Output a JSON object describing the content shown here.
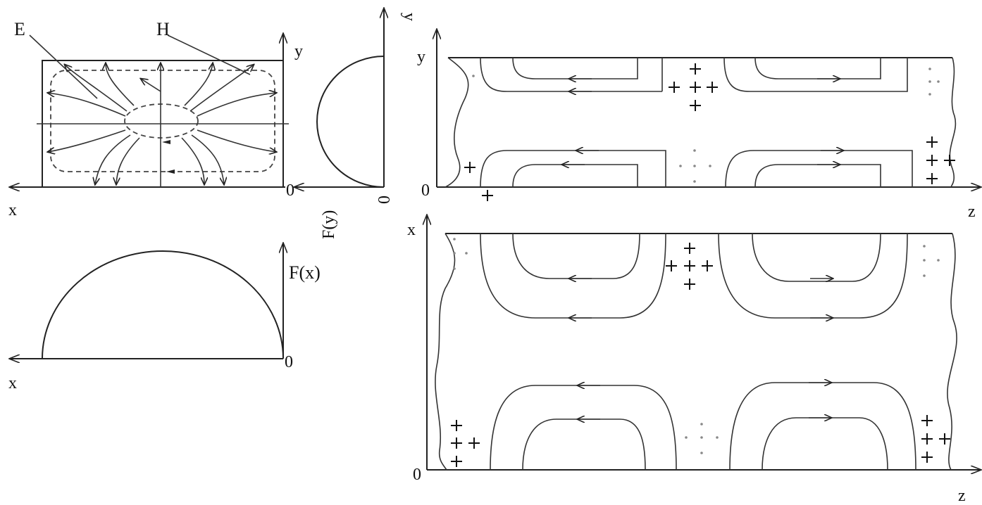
{
  "labels": {
    "e_field": "E",
    "h_field": "H",
    "axis_x": "x",
    "axis_y": "y",
    "axis_z": "z",
    "origin": "0",
    "f_y": "F(y)",
    "f_x": "F(x)"
  },
  "colors": {
    "ink": "#222222",
    "background": "#ffffff"
  }
}
